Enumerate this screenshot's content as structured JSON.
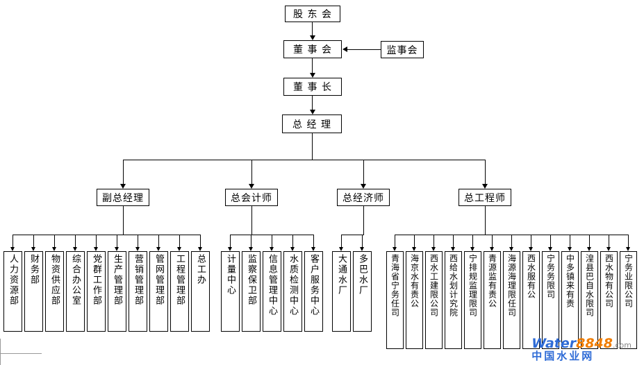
{
  "org_chart": {
    "nodes": {
      "shareholders": "股 东 会",
      "board": "董 事 会",
      "supervisory": "监事会",
      "chairman": "董 事 长",
      "general_manager": "总 经 理"
    },
    "executives": [
      "副总经理",
      "总会计师",
      "总经济师",
      "总工程师"
    ],
    "departments": {
      "deputy_gm": [
        "人力资源部",
        "财务部",
        "物资供应部",
        "综合办公室",
        "党群工作部",
        "生产管理部",
        "营销管理部",
        "管网管理部",
        "工程管理部",
        "总工办"
      ],
      "chief_accountant": [
        "计量中心",
        "监察保卫部",
        "信息管理中心",
        "水质检测中心",
        "客户服务中心"
      ],
      "chief_economist": [
        "大通水厂",
        "多巴水厂"
      ],
      "chief_engineer": [
        "青海省宁务任司",
        "海京水有责公",
        "西水工建限公司",
        "西给水划计究院",
        "宁排规监理限司",
        "青源监有责公",
        "海源海理限任司",
        "西水服有公",
        "宁务务限司",
        "中多镇来有责",
        "湟县巴自水限司",
        "西水物有公司",
        "宁务业限公司"
      ]
    }
  },
  "watermark": {
    "brand_water": "Water",
    "brand_number": "8848",
    "brand_domain": ".com",
    "site_name": "中国水业网",
    "color_blue": "#2e6bd6",
    "color_orange": "#f07c00",
    "color_gray": "#888888"
  }
}
